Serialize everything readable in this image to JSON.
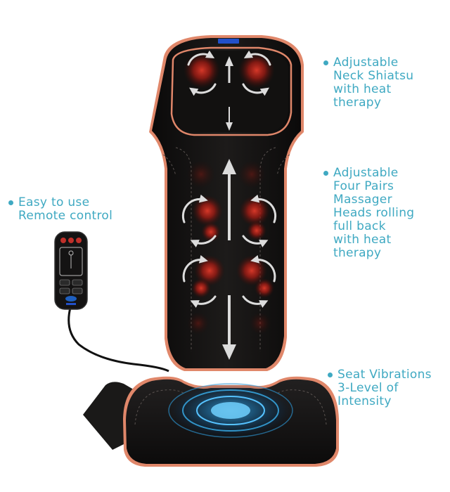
{
  "image": {
    "subject": "massage seat cushion product photo",
    "colors": {
      "background": "#ffffff",
      "cushion": "#151413",
      "trim": "#e0876a",
      "heat": "#c4241a",
      "arrow": "#d9d9d9",
      "vibration": "#2e9fe0",
      "text": "#3fa9c2"
    },
    "icons": [
      "remote-control",
      "arrow-circle-icon",
      "arrow-double-icon",
      "vibration-rings-icon"
    ]
  },
  "features": {
    "neck": {
      "lines": [
        "Adjustable",
        "Neck Shiatsu",
        "with heat",
        "therapy"
      ]
    },
    "back": {
      "lines": [
        "Adjustable",
        "Four Pairs",
        "Massager",
        "Heads rolling",
        "full back",
        "with heat",
        "therapy"
      ]
    },
    "remote": {
      "lines": [
        "Easy to use",
        "Remote control"
      ]
    },
    "seat": {
      "lines": [
        "Seat Vibrations",
        "3-Level of",
        "Intensity"
      ]
    }
  }
}
